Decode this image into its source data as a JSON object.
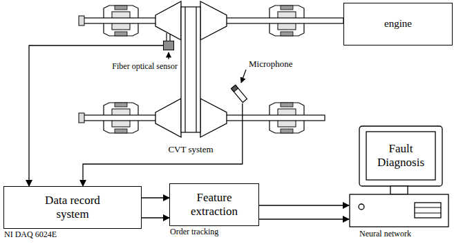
{
  "diagram": {
    "nodes": [
      {
        "text": [
          "engine"
        ]
      },
      {
        "text": [
          "Microphone"
        ]
      },
      {
        "text": [
          "Fiber optical sensor"
        ]
      },
      {
        "text": [
          "Data record system",
          "NI DAQ 6024E"
        ]
      },
      {
        "text": [
          "Feature extraction",
          "Order tracking"
        ]
      },
      {
        "text": [
          "Fault Diagnosis",
          "Neural network"
        ]
      }
    ],
    "edges": [
      {
        "from": 1,
        "to": 3,
        "arrow": "to"
      },
      {
        "from": 2,
        "to": 3,
        "arrow": "to"
      },
      {
        "from": 3,
        "to": 4,
        "arrow": "to"
      },
      {
        "from": 3,
        "to": 4,
        "arrow": "to"
      },
      {
        "from": 4,
        "to": 5,
        "arrow": "to"
      },
      {
        "from": 4,
        "to": 5,
        "arrow": "to"
      }
    ],
    "labels": [
      "CVT system"
    ]
  }
}
